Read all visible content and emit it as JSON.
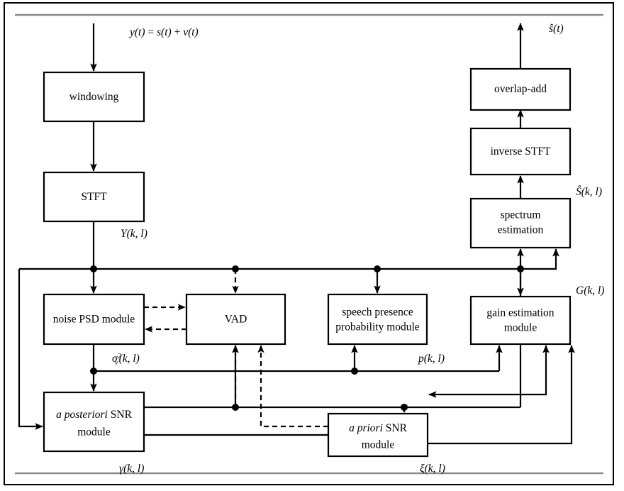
{
  "figure": {
    "type": "block-diagram",
    "title": "Speech enhancement system block diagram",
    "frame_border_color": "#000000",
    "rule_color": "#8a8a8a",
    "background": "#ffffff"
  },
  "blocks": {
    "windowing": {
      "label": "windowing"
    },
    "stft": {
      "label": "STFT"
    },
    "noise_psd": {
      "label": "noise PSD module"
    },
    "vad": {
      "label": "VAD"
    },
    "speech_presence": {
      "label_line1": "speech presence",
      "label_line2": "probability module"
    },
    "gain_estimation": {
      "label_line1": "gain estimation",
      "label_line2": "module"
    },
    "a_posteriori": {
      "label_italic": "a posteriori",
      "label_rest": " SNR",
      "label_line2": "module"
    },
    "a_priori": {
      "label_italic": "a priori",
      "label_rest": " SNR",
      "label_line2": "module"
    },
    "spectrum_estimation": {
      "label_line1": "spectrum",
      "label_line2": "estimation"
    },
    "inverse_stft": {
      "label": "inverse STFT"
    },
    "overlap_add": {
      "label": "overlap-add"
    }
  },
  "signals": {
    "input": {
      "text": "y(t) = s(t) + v(t)"
    },
    "output": {
      "text": "ŝ(t)"
    },
    "Y": {
      "text": "Y(k, l)"
    },
    "S_hat": {
      "text": "Ŝ(k, l)"
    },
    "G": {
      "text": "G(k, l)"
    },
    "sigma_v": {
      "text": "σᵥ²(k, l)"
    },
    "p": {
      "text": "p(k, l)"
    },
    "gamma": {
      "text": "γ(k, l)"
    },
    "xi": {
      "text": "ξ(k, l)"
    }
  },
  "edges": [
    {
      "from": "input",
      "to": "windowing",
      "style": "solid"
    },
    {
      "from": "windowing",
      "to": "stft",
      "style": "solid"
    },
    {
      "from": "stft",
      "to": "bus-Y",
      "style": "solid"
    },
    {
      "from": "bus-Y",
      "to": "noise_psd",
      "style": "solid"
    },
    {
      "from": "bus-Y",
      "to": "vad",
      "style": "dashed"
    },
    {
      "from": "bus-Y",
      "to": "speech_presence",
      "style": "solid"
    },
    {
      "from": "bus-Y",
      "to": "gain_estimation",
      "style": "solid"
    },
    {
      "from": "noise_psd",
      "to": "vad",
      "style": "dashed"
    },
    {
      "from": "vad",
      "to": "noise_psd",
      "style": "dashed"
    },
    {
      "from": "noise_psd",
      "to": "bus-sigma",
      "style": "solid"
    },
    {
      "from": "bus-sigma",
      "to": "a_posteriori",
      "style": "solid"
    },
    {
      "from": "bus-sigma",
      "to": "speech_presence",
      "style": "solid"
    },
    {
      "from": "bus-sigma",
      "to": "gain_estimation",
      "style": "solid"
    },
    {
      "from": "speech_presence",
      "to": "gain_estimation",
      "style": "solid"
    },
    {
      "from": "a_posteriori",
      "to": "bus-gamma",
      "style": "solid"
    },
    {
      "from": "bus-gamma",
      "to": "speech_presence",
      "style": "solid"
    },
    {
      "from": "bus-gamma",
      "to": "gain_estimation",
      "style": "solid"
    },
    {
      "from": "bus-gamma",
      "to": "a_priori",
      "style": "solid"
    },
    {
      "from": "a_posteriori",
      "to": "vad",
      "style": "dashed"
    },
    {
      "from": "a_priori",
      "to": "vad",
      "style": "dashed"
    },
    {
      "from": "a_priori",
      "to": "bus-xi",
      "style": "solid"
    },
    {
      "from": "bus-xi",
      "to": "gain_estimation",
      "style": "solid"
    },
    {
      "from": "gain_estimation",
      "to": "a_priori",
      "style": "solid"
    },
    {
      "from": "gain_estimation",
      "to": "spectrum_estimation",
      "style": "solid"
    },
    {
      "from": "bus-Y",
      "to": "spectrum_estimation",
      "style": "solid"
    },
    {
      "from": "spectrum_estimation",
      "to": "inverse_stft",
      "style": "solid"
    },
    {
      "from": "inverse_stft",
      "to": "overlap_add",
      "style": "solid"
    },
    {
      "from": "overlap_add",
      "to": "output",
      "style": "solid"
    },
    {
      "from": "bus-Y",
      "to": "a_posteriori",
      "style": "solid"
    }
  ]
}
